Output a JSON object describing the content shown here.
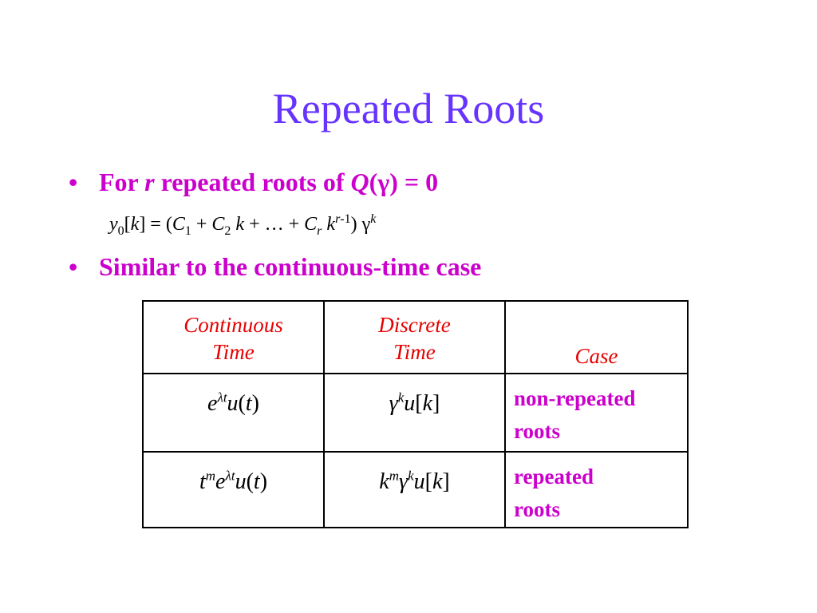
{
  "slide": {
    "title": "Repeated Roots",
    "bullets": [
      {
        "text": [
          "For ",
          "r",
          " repeated roots of ",
          "Q",
          "(",
          "γ",
          ") = 0"
        ]
      },
      {
        "text": "Similar to the continuous-time case"
      }
    ],
    "bullet_glyph": "•",
    "formula": {
      "parts": [
        "y",
        "0",
        "[",
        "k",
        "] = (",
        "C",
        "1",
        " + ",
        "C",
        "2",
        " ",
        "k",
        " + … + ",
        "C",
        "r",
        " ",
        "k",
        "r",
        "-1",
        ") ",
        "γ",
        "k"
      ]
    },
    "table": {
      "headers": {
        "continuous_l1": "Continuous",
        "continuous_l2": "Time",
        "discrete_l1": "Discrete",
        "discrete_l2": "Time",
        "case": "Case"
      },
      "rows": [
        {
          "continuous": [
            "e",
            "λt",
            "u",
            "(",
            "t",
            ")"
          ],
          "discrete": [
            "γ",
            "k",
            "u",
            "[",
            "k",
            "]"
          ],
          "case_l1": "non-repeated",
          "case_l2": "roots"
        },
        {
          "continuous": [
            "t",
            "m",
            "e",
            "λt",
            "u",
            "(",
            "t",
            ")"
          ],
          "discrete": [
            "k",
            "m",
            "γ",
            "k",
            "u",
            "[",
            "k",
            "]"
          ],
          "case_l1": "repeated",
          "case_l2": "roots"
        }
      ]
    },
    "colors": {
      "title": "#6633ff",
      "bullet_text": "#cc00cc",
      "header_text": "#e60000",
      "formula_text": "#000000"
    }
  }
}
